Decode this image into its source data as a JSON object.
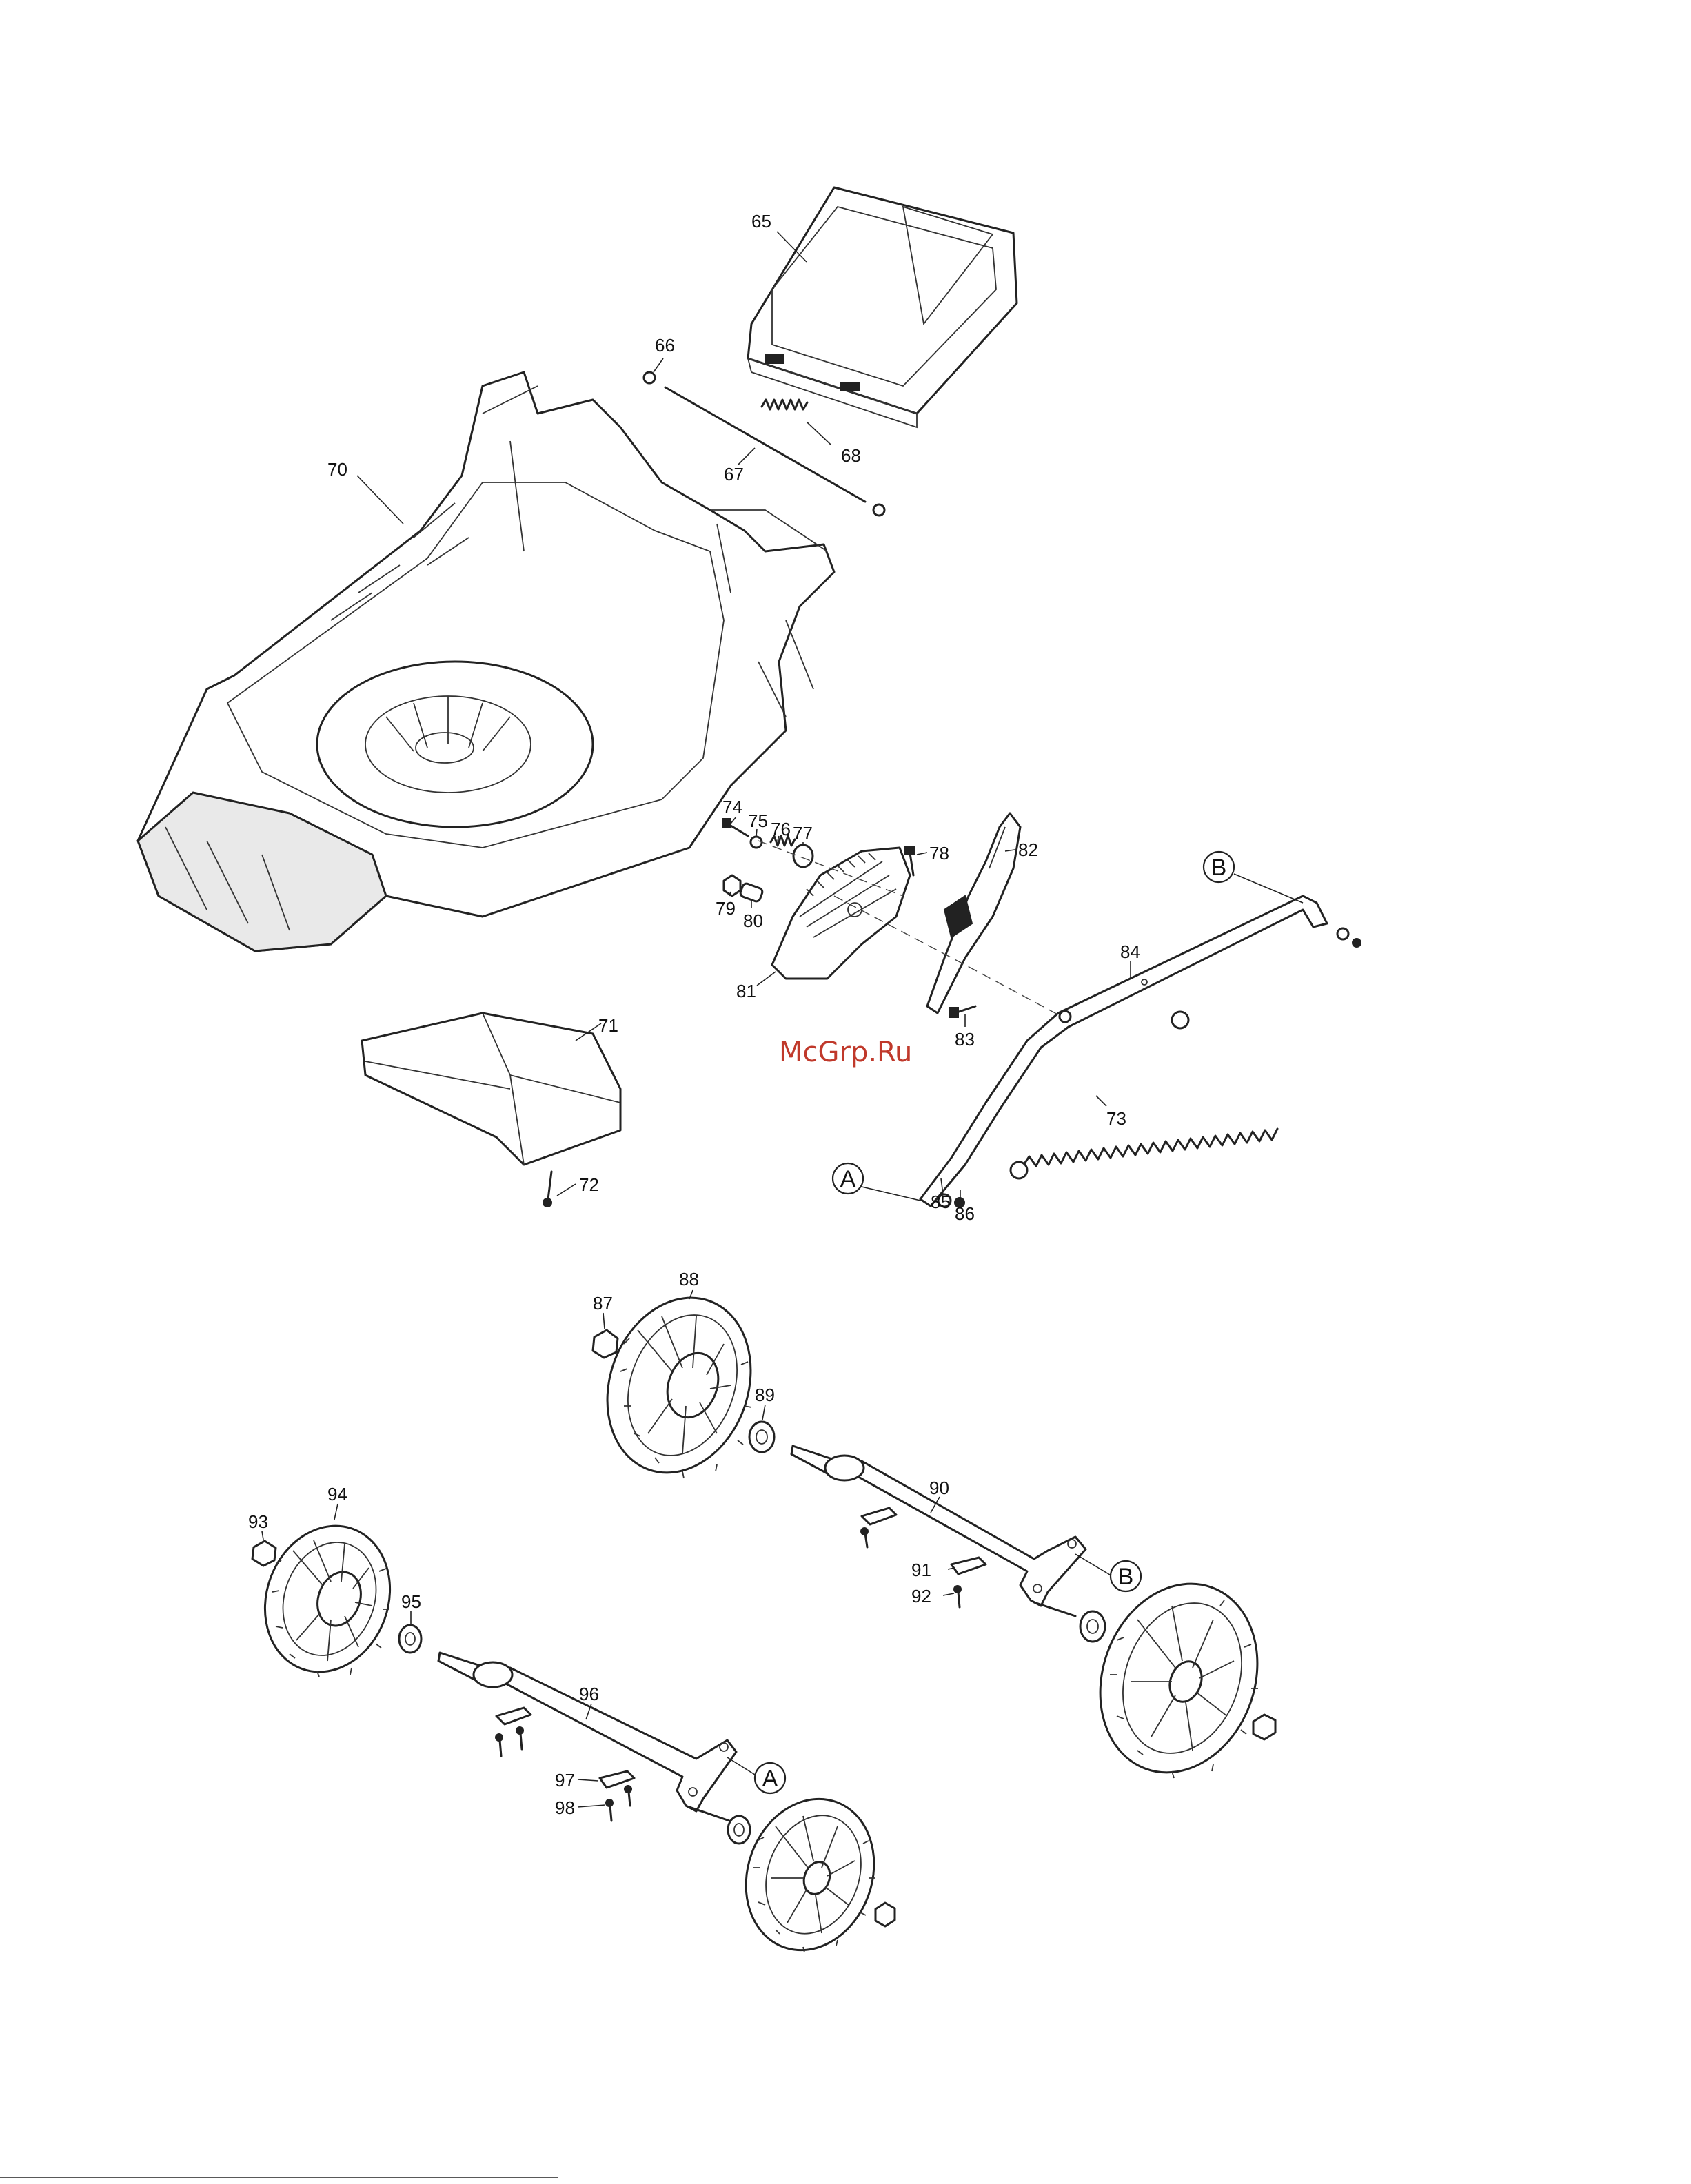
{
  "watermark": "McGrp.Ru",
  "part_labels": {
    "p65": "65",
    "p66": "66",
    "p67": "67",
    "p68": "68",
    "p70": "70",
    "p71": "71",
    "p72": "72",
    "p73": "73",
    "p74": "74",
    "p75": "75",
    "p76": "76",
    "p77": "77",
    "p78": "78",
    "p79": "79",
    "p80": "80",
    "p81": "81",
    "p82": "82",
    "p83": "83",
    "p84": "84",
    "p85": "85",
    "p86": "86",
    "p87": "87",
    "p88": "88",
    "p89": "89",
    "p90": "90",
    "p91": "91",
    "p92": "92",
    "p93": "93",
    "p94": "94",
    "p95": "95",
    "p96": "96",
    "p97": "97",
    "p98": "98"
  },
  "connector_labels": {
    "a_upper": "A",
    "b_upper": "B",
    "b_lower": "B",
    "a_lower": "A"
  }
}
